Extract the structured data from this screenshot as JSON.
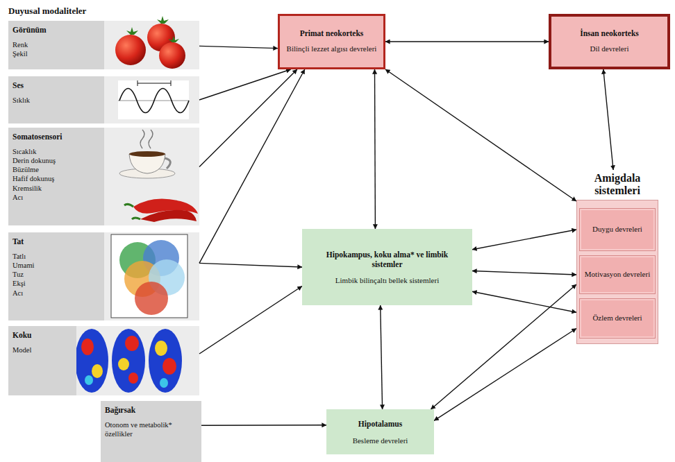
{
  "diagram": {
    "title": "Duyusal modaliteler",
    "nodes": [
      {
        "text": [
          "Görünüm",
          "Renk",
          "Şekil"
        ]
      },
      {
        "text": [
          "Ses",
          "Sıklık"
        ]
      },
      {
        "text": [
          "Somatosensori",
          "Sıcaklık",
          "Derin dokunuş",
          "Büzülme",
          "Hafif dokunuş",
          "Kremsilik",
          "Acı"
        ]
      },
      {
        "text": [
          "Tat",
          "Tatlı",
          "Umami",
          "Tuz",
          "Ekşi",
          "Acı"
        ]
      },
      {
        "text": [
          "Koku",
          "Model"
        ]
      },
      {
        "text": [
          "Bağırsak",
          "Otonom ve metabolik* özellikler"
        ]
      },
      {
        "text": [
          "Primat neokorteks",
          "Bilinçli lezzet algısı devreleri"
        ]
      },
      {
        "text": [
          "İnsan neokorteks",
          "Dil devreleri"
        ]
      },
      {
        "text": [
          "Hipokampus, koku alma* ve limbik sistemler",
          "Limbik bilinçaltı bellek sistemleri"
        ]
      },
      {
        "text": [
          "Amigdala sistemleri"
        ]
      },
      {
        "text": [
          "Duygu devreleri"
        ],
        "in": 9
      },
      {
        "text": [
          "Motivasyon devreleri"
        ],
        "in": 9
      },
      {
        "text": [
          "Özlem devreleri"
        ],
        "in": 9
      },
      {
        "text": [
          "Hipotalamus",
          "Besleme devreleri"
        ]
      }
    ],
    "edges": [
      {
        "from": 0,
        "to": 6,
        "arrow": "to"
      },
      {
        "from": 1,
        "to": 6,
        "arrow": "to"
      },
      {
        "from": 2,
        "to": 6,
        "arrow": "to"
      },
      {
        "from": 3,
        "to": 6,
        "arrow": "to"
      },
      {
        "from": 3,
        "to": 8,
        "arrow": "to"
      },
      {
        "from": 4,
        "to": 8,
        "arrow": "to"
      },
      {
        "from": 5,
        "to": 13,
        "arrow": "to"
      },
      {
        "from": 6,
        "to": 7,
        "arrow": "both"
      },
      {
        "from": 6,
        "to": 8,
        "arrow": "both"
      },
      {
        "from": 6,
        "to": 9,
        "arrow": "both"
      },
      {
        "from": 7,
        "to": 9,
        "arrow": "both"
      },
      {
        "from": 8,
        "to": 10,
        "arrow": "both"
      },
      {
        "from": 8,
        "to": 11,
        "arrow": "both"
      },
      {
        "from": 8,
        "to": 12,
        "arrow": "both"
      },
      {
        "from": 8,
        "to": 13,
        "arrow": "both"
      },
      {
        "from": 13,
        "to": 11,
        "arrow": "both"
      },
      {
        "from": 13,
        "to": 12,
        "arrow": "both"
      }
    ]
  }
}
